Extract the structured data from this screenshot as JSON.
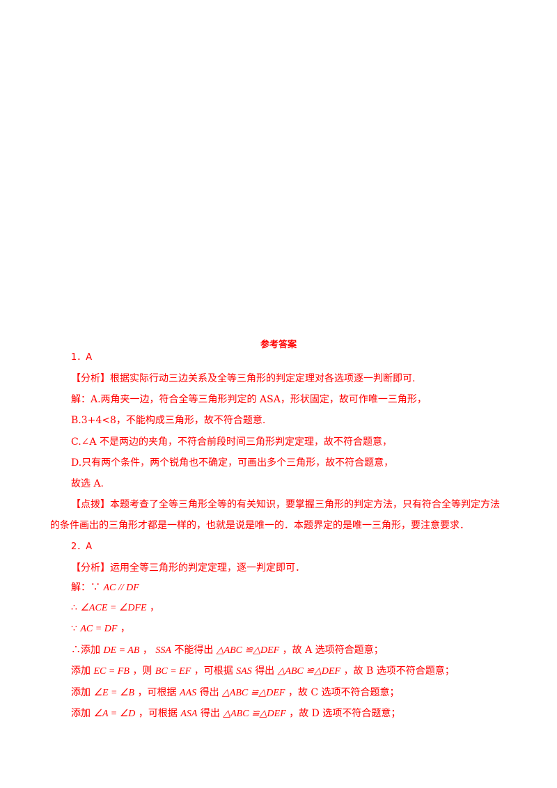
{
  "title": "参考答案",
  "q1": {
    "number": "1．A",
    "analysis": "【分析】根据实际行动三边关系及全等三角形的判定定理对各选项逐一判断即可.",
    "solution_a": "解：A.两角夹一边，符合全等三角形判定的 ASA，形状固定，故可作唯一三角形，",
    "solution_b": "B.3+4<8，不能构成三角形，故不符合题意.",
    "solution_c": "C.∠A 不是两边的夹角，不符合前段时间三角形判定定理，故不符合题意，",
    "solution_d": "D.只有两个条件，两个锐角也不确定，可画出多个三角形，故不符合题意，",
    "choice": "故选 A.",
    "comment_1": "【点拨】本题考查了全等三角形全等的有关知识，要掌握三角形的判定方法，只有符合全等判定方法",
    "comment_2": "的条件画出的三角形才都是一样的，也就是说是唯一的．本题界定的是唯一三角形，要注意要求．"
  },
  "q2": {
    "number": "2．A",
    "analysis": "【分析】运用全等三角形的判定定理，逐一判定即可．",
    "s1_prefix": "解：∵",
    "s1_math": "AC // DF",
    "s2_prefix": "∴",
    "s2_math": "∠ACE = ∠DFE",
    "s2_suffix": "，",
    "s3_prefix": "∵",
    "s3_math": "AC = DF",
    "s3_suffix": "，",
    "a_prefix": "∴添加",
    "a_math1": "DE = AB",
    "a_mid1": "，",
    "a_math2": "SSA",
    "a_mid2": "不能得出",
    "a_math3": "△ABC ≌△DEF",
    "a_suffix": "，故 A 选项符合题意；",
    "b_prefix": "添加",
    "b_math1": "EC = FB",
    "b_mid1": "，则",
    "b_math2": "BC = EF",
    "b_mid2": "，可根据",
    "b_math3": "SAS",
    "b_mid3": "得出",
    "b_math4": "△ABC ≌△DEF",
    "b_suffix": "，故 B 选项不符合题意；",
    "c_prefix": "添加",
    "c_math1": "∠E = ∠B",
    "c_mid1": "，可根据",
    "c_math2": "AAS",
    "c_mid2": "得出",
    "c_math3": "△ABC ≌△DEF",
    "c_suffix": "，故 C 选项不符合题意；",
    "d_prefix": "添加",
    "d_math1": "∠A = ∠D",
    "d_mid1": "，可根据",
    "d_math2": "ASA",
    "d_mid2": "得出",
    "d_math3": "△ABC ≌△DEF",
    "d_suffix": "，故 D 选项不符合题意；"
  }
}
